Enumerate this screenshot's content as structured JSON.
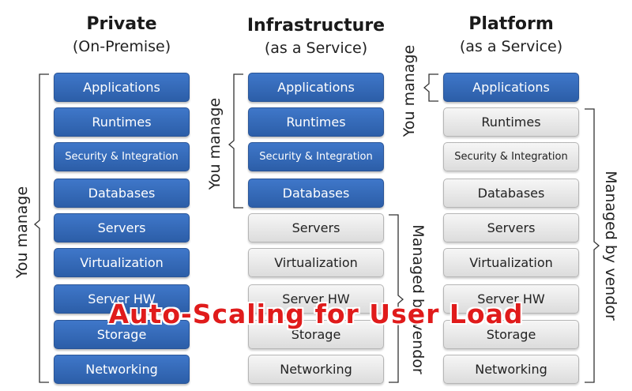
{
  "columns": [
    {
      "title": "Private",
      "subtitle": "(On-Premise)",
      "tiles": [
        "Applications",
        "Runtimes",
        "Security & Integration",
        "Databases",
        "Servers",
        "Virtualization",
        "Server HW",
        "Storage",
        "Networking"
      ]
    },
    {
      "title": "Infrastructure",
      "subtitle": "(as a Service)",
      "tiles": [
        "Applications",
        "Runtimes",
        "Security & Integration",
        "Databases",
        "Servers",
        "Virtualization",
        "Server HW",
        "Storage",
        "Networking"
      ]
    },
    {
      "title": "Platform",
      "subtitle": "(as a Service)",
      "tiles": [
        "Applications",
        "Runtimes",
        "Security & Integration",
        "Databases",
        "Servers",
        "Virtualization",
        "Server HW",
        "Storage",
        "Networking"
      ]
    }
  ],
  "labels": {
    "you_manage": "You manage",
    "managed_by_vendor": "Managed by vendor"
  },
  "overlay_text": "Auto-Scaling for User Load",
  "colors": {
    "managed_by_you": "#2c5ea8",
    "managed_by_vendor": "#e0e0e0",
    "overlay": "#e01b1b"
  }
}
